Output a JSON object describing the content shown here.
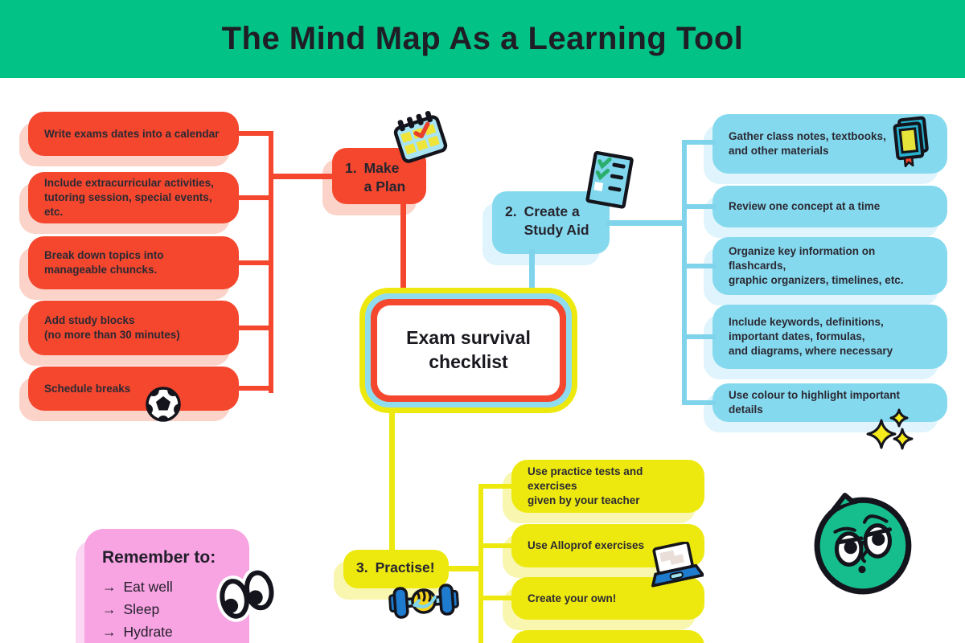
{
  "header": {
    "title": "The Mind Map As a Learning Tool",
    "bg_color": "#02C385"
  },
  "center": {
    "title": "Exam survival\nchecklist"
  },
  "branches": {
    "plan": {
      "number": "1.",
      "title": "Make\na Plan",
      "color": "#F4472E",
      "items": [
        "Write exams dates into a calendar",
        "Include extracurricular activities,\ntutoring session, special events, etc.",
        "Break down topics into\nmanageable chuncks.",
        "Add study blocks\n(no more than 30 minutes)",
        "Schedule breaks"
      ]
    },
    "study": {
      "number": "2.",
      "title": "Create a\nStudy Aid",
      "color": "#85D9EE",
      "items": [
        "Gather class notes, textbooks,\nand other materials",
        "Review one concept at a time",
        "Organize key information on flashcards,\ngraphic organizers, timelines, etc.",
        "Include keywords, definitions,\nimportant dates, formulas,\nand diagrams, where necessary",
        "Use colour to highlight important details"
      ]
    },
    "practise": {
      "number": "3.",
      "title": "Practise!",
      "color": "#EDE90F",
      "items": [
        "Use practice tests and exercises\ngiven by your teacher",
        "Use Alloprof exercises",
        "Create your own!",
        ""
      ]
    }
  },
  "note": {
    "title": "Remember to:",
    "bullet": "→",
    "items": [
      "Eat well",
      "Sleep",
      "Hydrate"
    ]
  },
  "icons": {
    "calendar-icon": "tilted calendar with red checkmark",
    "checklist-icon": "paper checklist with green checks",
    "book-icon": "teal book with bookmark",
    "soccer-ball-icon": "soccer ball",
    "sparkles-icon": "three sparkle stars",
    "laptop-icon": "blue laptop",
    "dumbbell-icon": "fist holding a dumbbell",
    "eyes-icon": "pair of cartoon eyes",
    "mascot-icon": "green round mascot face"
  },
  "colors": {
    "red": "#F4472E",
    "red_shadow": "#FBD3C9",
    "blue": "#85D9EE",
    "blue_shadow": "#DFF4FC",
    "yellow": "#EDE90F",
    "yellow_shadow": "#F8F6AF",
    "green": "#02C385",
    "pink": "#F8A3E2",
    "pink_shadow": "#FBD7F3",
    "ink": "#26242e"
  }
}
